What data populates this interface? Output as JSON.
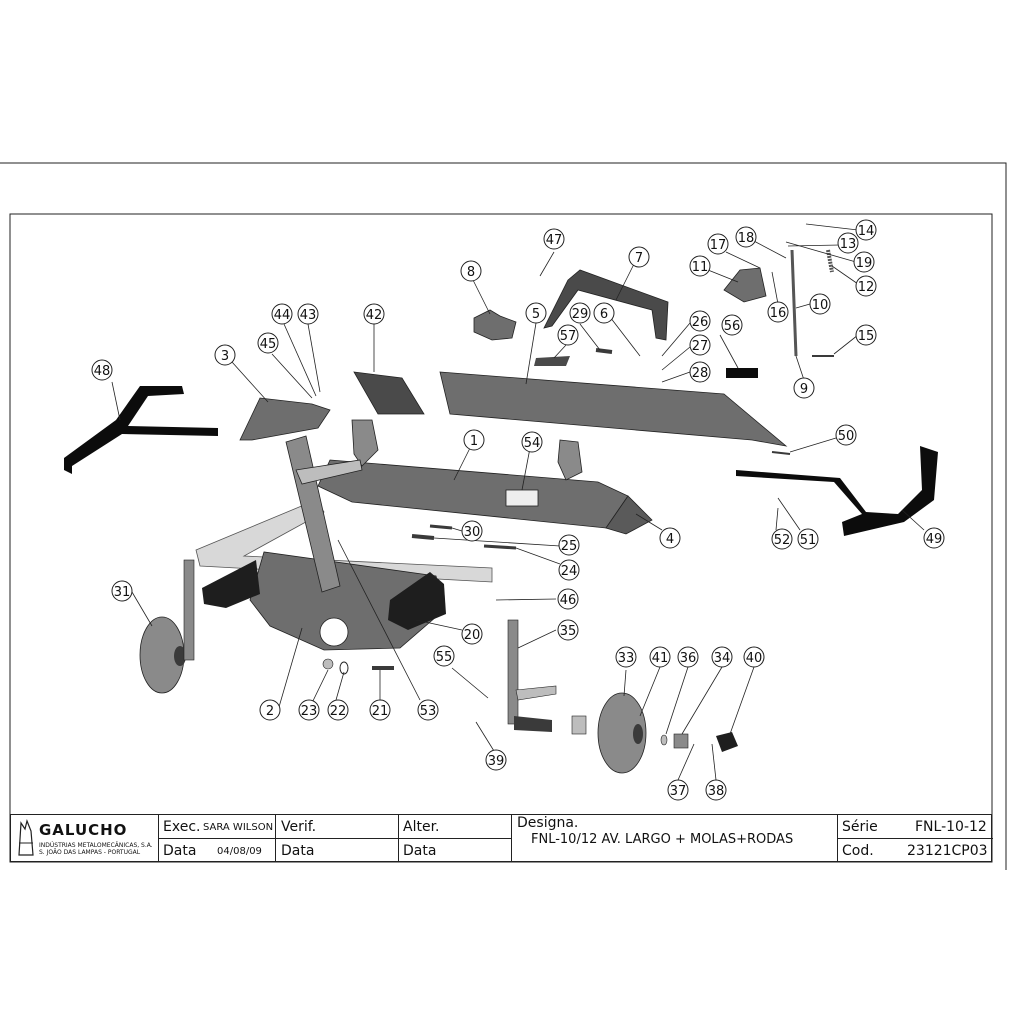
{
  "part_numbers": [
    "1",
    "2",
    "3",
    "4",
    "5",
    "6",
    "7",
    "8",
    "9",
    "10",
    "11",
    "12",
    "13",
    "14",
    "15",
    "16",
    "17",
    "18",
    "19",
    "20",
    "21",
    "22",
    "23",
    "24",
    "25",
    "26",
    "27",
    "28",
    "29",
    "30",
    "31",
    "33",
    "34",
    "35",
    "36",
    "37",
    "38",
    "39",
    "40",
    "41",
    "42",
    "43",
    "44",
    "45",
    "46",
    "47",
    "48",
    "49",
    "50",
    "51",
    "52",
    "53",
    "54",
    "55",
    "56",
    "57"
  ],
  "title_block": {
    "company_name": "GALUCHO",
    "company_line1": "INDÚSTRIAS METALOMECÂNICAS, S.A.",
    "company_line2": "S. JOÃO DAS LAMPAS - PORTUGAL",
    "exec_label": "Exec.",
    "exec_value": "SARA WILSON",
    "verif_label": "Verif.",
    "alter_label": "Alter.",
    "data_label": "Data",
    "data_value": "04/08/09",
    "designa_label": "Designa.",
    "designa_value": "FNL-10/12 AV. LARGO + MOLAS+RODAS",
    "serie_label": "Série",
    "serie_value": "FNL-10-12",
    "cod_label": "Cod.",
    "cod_value": "23121CP03"
  },
  "colors": {
    "line": "#222222",
    "part_fill": "#6e6e6e",
    "part_dark": "#3a3a3a",
    "part_light": "#bdbdbd",
    "black": "#0c0c0c"
  }
}
